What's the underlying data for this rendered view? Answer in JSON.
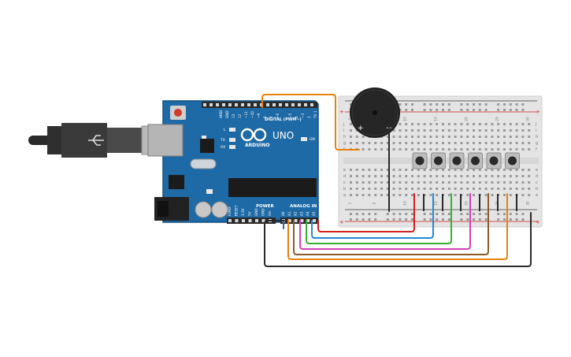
{
  "board": {
    "brand": "ARDUINO",
    "model": "UNO",
    "digital_label": "DIGITAL (PWM~)",
    "power_label": "POWER",
    "analog_label": "ANALOG IN",
    "aref": "AREF",
    "gnd": "GND",
    "on_label": "ON",
    "tx_label": "TX",
    "rx_label": "RX",
    "l_label": "L",
    "digital_pins": [
      "13",
      "12",
      "~11",
      "~10",
      "~9",
      "8",
      "7",
      "~6",
      "~5",
      "4",
      "~3",
      "2",
      "TX 1",
      "RX 0"
    ],
    "power_pins": [
      "IOREF",
      "RESET",
      "3.3V",
      "5V",
      "GND",
      "GND",
      "Vin"
    ],
    "analog_pins": [
      "A0",
      "A1",
      "A2",
      "A3",
      "A4",
      "A5"
    ]
  },
  "breadboard": {
    "row_letters_top": [
      "j",
      "i",
      "h",
      "g",
      "f"
    ],
    "row_letters_bottom": [
      "e",
      "d",
      "c",
      "b",
      "a"
    ],
    "column_numbers": [
      "1",
      "5",
      "10",
      "15",
      "20",
      "25",
      "30"
    ],
    "plus": "+",
    "minus": "−"
  },
  "buzzer": {
    "plus": "+",
    "minus": "−"
  },
  "wire_colors": {
    "orange": "#e8820c",
    "black": "#2a2a2a",
    "red": "#d21f1f",
    "blue": "#1f8ad6",
    "green": "#33b233",
    "magenta": "#d43fb4",
    "brown": "#8a5a2b",
    "board_blue": "#1e6aa6"
  }
}
